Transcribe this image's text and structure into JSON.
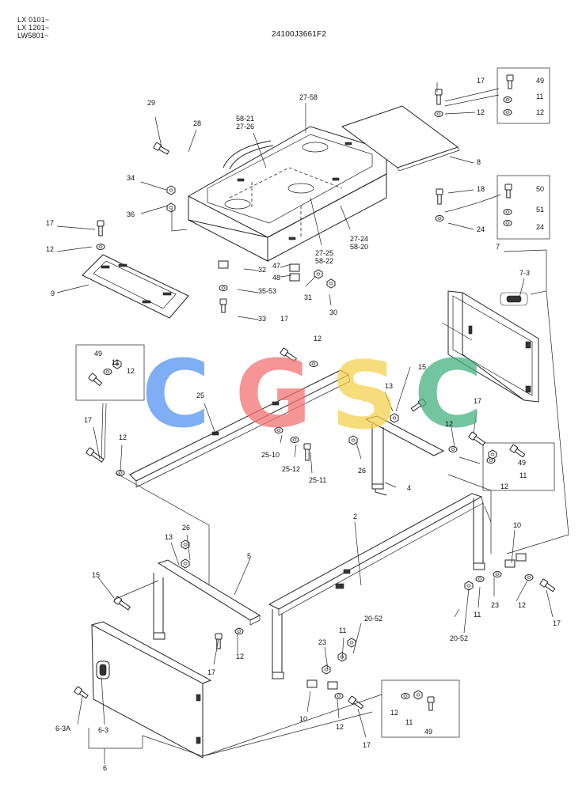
{
  "header": {
    "models": [
      "LX 0101~",
      "LX 1201~",
      "LW5801~"
    ],
    "drawing_code": "24100J3661F2"
  },
  "watermark": {
    "letters": [
      "C",
      "G",
      "S",
      "C"
    ],
    "colors": [
      "#4f8ff0",
      "#f26d6d",
      "#f5cf4a",
      "#3fae7c"
    ]
  },
  "callouts": [
    "29",
    "28",
    "27-58",
    "58-21",
    "27-26",
    "17",
    "49",
    "11",
    "12",
    "12",
    "8",
    "34",
    "36",
    "18",
    "50",
    "51",
    "24",
    "24",
    "27-25",
    "58-22",
    "27-24",
    "58-20",
    "17",
    "12",
    "9",
    "47",
    "48",
    "32",
    "35-53",
    "31",
    "30",
    "33",
    "7",
    "7-3",
    "17",
    "12",
    "49",
    "11",
    "12",
    "25",
    "15",
    "13",
    "25-10",
    "25-12",
    "25-11",
    "26",
    "12",
    "17",
    "17",
    "12",
    "49",
    "11",
    "12",
    "4",
    "2",
    "26",
    "13",
    "5",
    "15",
    "10",
    "23",
    "11",
    "20-52",
    "12",
    "17",
    "17",
    "12",
    "20-52",
    "11",
    "23",
    "10",
    "12",
    "17",
    "12",
    "11",
    "49",
    "6-3A",
    "6-3",
    "6"
  ]
}
